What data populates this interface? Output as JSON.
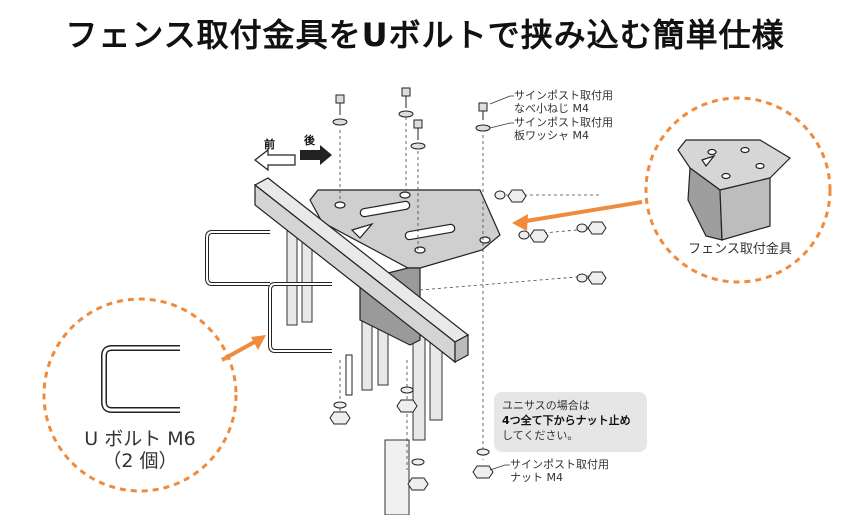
{
  "title": "フェンス取付金具をUボルトで挟み込む簡単仕様",
  "direction": {
    "front": "前",
    "back": "後"
  },
  "labels": {
    "screw_line1": "サインポスト取付用",
    "screw_line2": "なべ小ねじ M4",
    "washer_line1": "サインポスト取付用",
    "washer_line2": "板ワッシャ M4",
    "nut_line1": "サインポスト取付用",
    "nut_line2": "ナット M4"
  },
  "fence_bracket_label": "フェンス取付金具",
  "u_bolt_label": "U ボルト M6",
  "u_bolt_count": "（2 個）",
  "note": {
    "line1": "ユニサスの場合は",
    "line2": "4つ全て下からナット止め",
    "line3": "してください。"
  },
  "colors": {
    "accent": "#f08a3c",
    "line": "#333333",
    "note_bg": "#e6e6e6"
  }
}
